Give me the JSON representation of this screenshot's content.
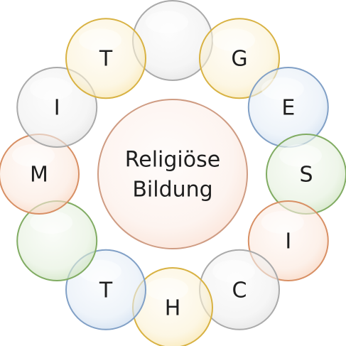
{
  "center": {
    "line1": "Religiöse",
    "line2": "Bildung",
    "color": "#f4b89a"
  },
  "ring": [
    {
      "letter": "",
      "color": "#bdbdbd"
    },
    {
      "letter": "G",
      "color": "#f0c64a"
    },
    {
      "letter": "E",
      "color": "#8fb2dc"
    },
    {
      "letter": "S",
      "color": "#8fbf6e"
    },
    {
      "letter": "I",
      "color": "#f0a070"
    },
    {
      "letter": "C",
      "color": "#bdbdbd"
    },
    {
      "letter": "H",
      "color": "#f0c64a"
    },
    {
      "letter": "T",
      "color": "#8fb2dc"
    },
    {
      "letter": "",
      "color": "#8fbf6e"
    },
    {
      "letter": "M",
      "color": "#f0a070"
    },
    {
      "letter": "I",
      "color": "#bdbdbd"
    },
    {
      "letter": "T",
      "color": "#f0c64a"
    }
  ]
}
